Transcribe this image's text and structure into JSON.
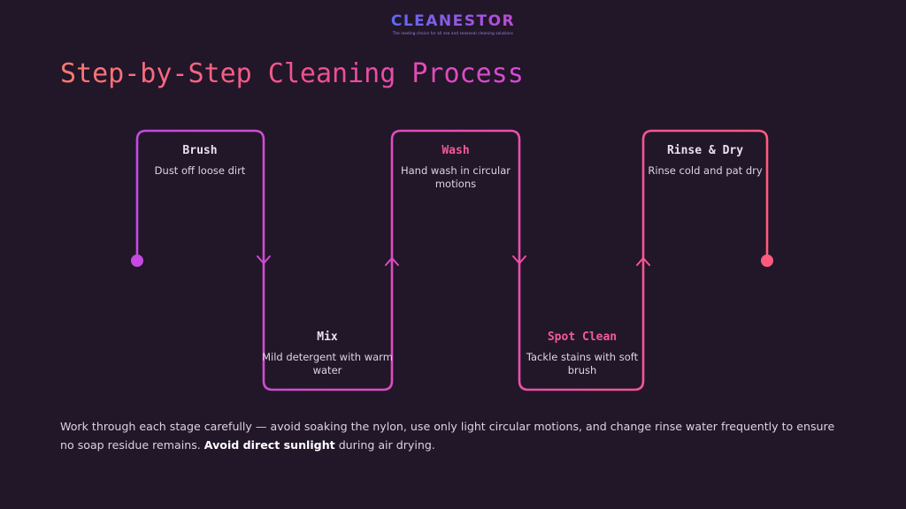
{
  "brand": {
    "name": "CLEANESTOR",
    "tagline": "The leading choice for all sea and seasonal cleaning solutions"
  },
  "title": "Step-by-Step Cleaning Process",
  "steps": [
    {
      "title": "Brush",
      "desc": "Dust off loose dirt",
      "color": "#eadff0"
    },
    {
      "title": "Mix",
      "desc": "Mild detergent with warm water",
      "color": "#eadff0"
    },
    {
      "title": "Wash",
      "desc": "Hand wash in circular motions",
      "color": "#f25a9c"
    },
    {
      "title": "Spot Clean",
      "desc": "Tackle stains with soft brush",
      "color": "#f25a9c"
    },
    {
      "title": "Rinse & Dry",
      "desc": "Rinse cold and pat dry",
      "color": "#eadff0"
    }
  ],
  "footer": {
    "text_before": "Work through each stage carefully — avoid soaking the nylon, use only light circular motions, and change rinse water frequently to ensure no soap residue remains. ",
    "bold": "Avoid direct sunlight",
    "text_after": " during air drying."
  },
  "colors": {
    "background": "#221629",
    "gradient_start": "#c14ae0",
    "gradient_end": "#ff5a7a"
  }
}
